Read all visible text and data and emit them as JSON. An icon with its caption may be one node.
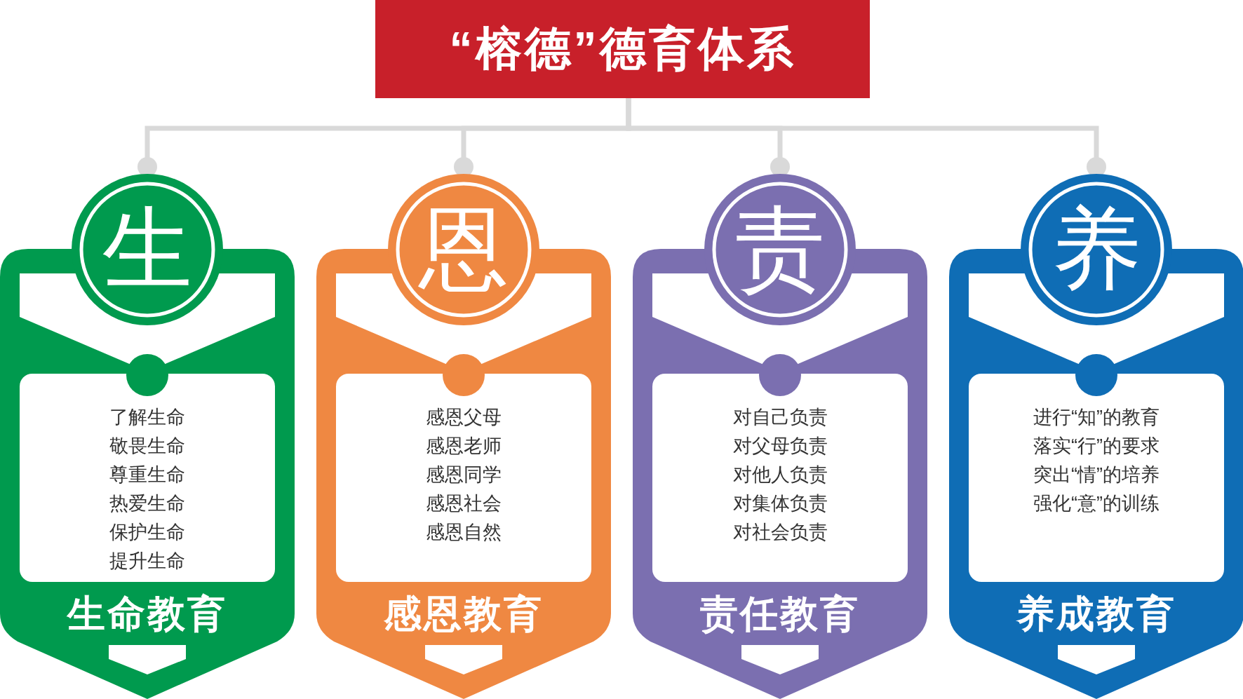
{
  "diagram": {
    "nodes": [
      {
        "text": [
          "“榕德”德育体系"
        ]
      },
      {
        "text": [
          "生"
        ]
      },
      {
        "text": [
          "生命教育"
        ]
      },
      {
        "text": [
          "了解生命",
          "敬畏生命",
          "尊重生命",
          "热爱生命",
          "保护生命",
          "提升生命"
        ],
        "in": 2
      },
      {
        "text": [
          "恩"
        ]
      },
      {
        "text": [
          "感恩教育"
        ]
      },
      {
        "text": [
          "感恩父母",
          "感恩老师",
          "感恩同学",
          "感恩社会",
          "感恩自然"
        ],
        "in": 5
      },
      {
        "text": [
          "责"
        ]
      },
      {
        "text": [
          "责任教育"
        ]
      },
      {
        "text": [
          "对自己负责",
          "对父母负责",
          "对他人负责",
          "对集体负责",
          "对社会负责"
        ],
        "in": 8
      },
      {
        "text": [
          "养"
        ]
      },
      {
        "text": [
          "养成教育"
        ]
      },
      {
        "text": [
          "进行“知”的教育",
          "落实“行”的要求",
          "突出“情”的培养",
          "强化“意”的训练"
        ],
        "in": 11
      }
    ],
    "edges": [
      {
        "from": 0,
        "to": 1,
        "arrow": "other"
      },
      {
        "from": 0,
        "to": 4,
        "arrow": "other"
      },
      {
        "from": 0,
        "to": 7,
        "arrow": "other"
      },
      {
        "from": 0,
        "to": 10,
        "arrow": "other"
      }
    ]
  }
}
